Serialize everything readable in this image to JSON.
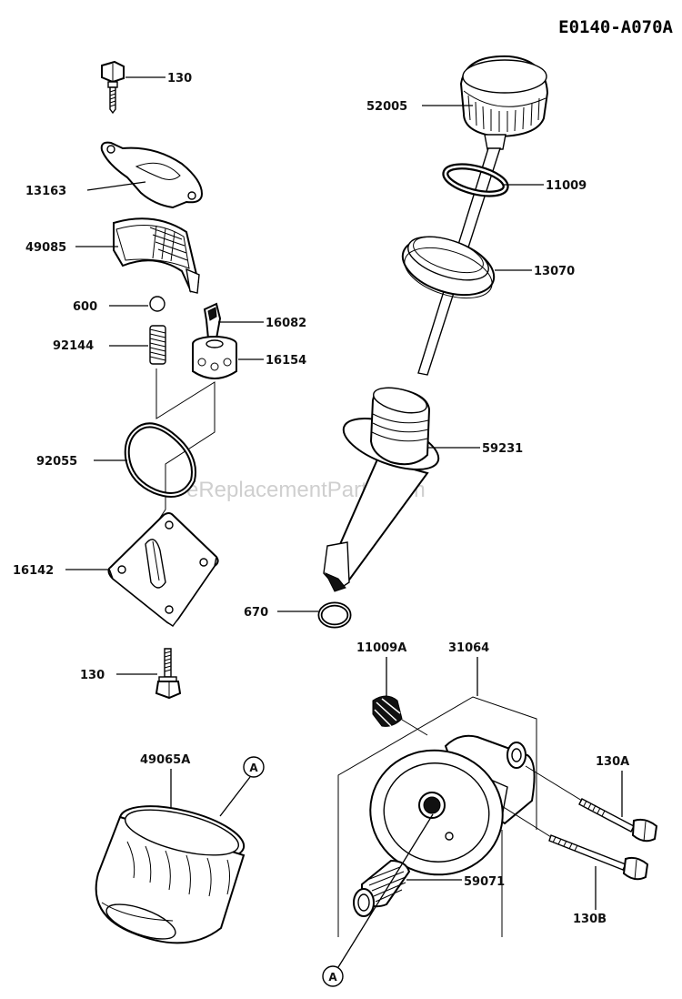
{
  "diagram": {
    "code": "E0140-A070A",
    "watermark": "eReplacementParts.com",
    "parts": {
      "p130_top": "130",
      "p13163": "13163",
      "p49085": "49085",
      "p600": "600",
      "p92144": "92144",
      "p16082": "16082",
      "p16154": "16154",
      "p92055": "92055",
      "p16142": "16142",
      "p130_bottom": "130",
      "p52005": "52005",
      "p11009": "11009",
      "p13070": "13070",
      "p59231": "59231",
      "p670": "670",
      "p11009A": "11009A",
      "p31064": "31064",
      "p49065A": "49065A",
      "p130A": "130A",
      "p130B": "130B",
      "p59071": "59071"
    },
    "callouts": {
      "a1": "A",
      "a2": "A"
    }
  }
}
